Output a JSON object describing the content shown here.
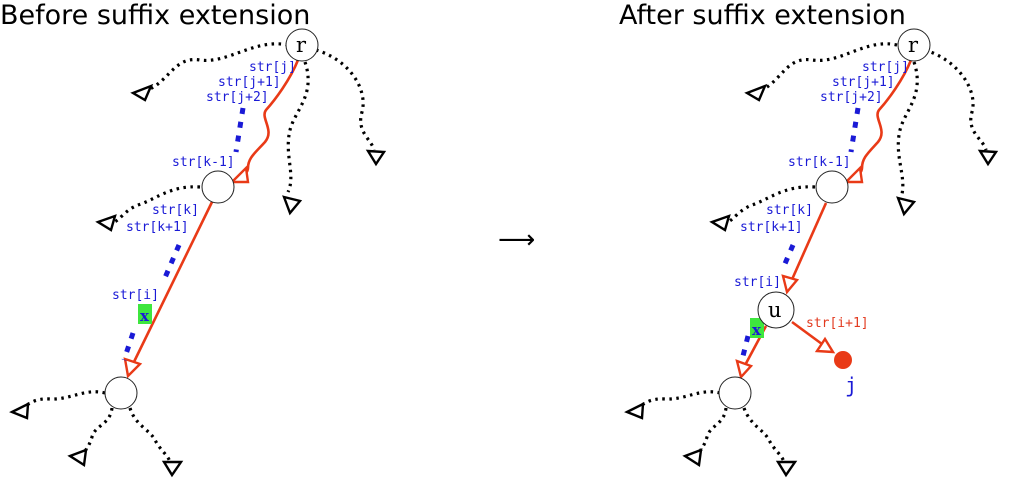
{
  "titles": {
    "left": "Before suffix extension",
    "right": "After suffix extension"
  },
  "transition_arrow": "⟶",
  "left": {
    "root_label": "r",
    "edge_labels": [
      "str[j]",
      "str[j+1]",
      "str[j+2]",
      "str[k-1]",
      "str[k]",
      "str[k+1]",
      "str[i]"
    ],
    "x_label": "x"
  },
  "right": {
    "root_label": "r",
    "edge_labels": [
      "str[j]",
      "str[j+1]",
      "str[j+2]",
      "str[k-1]",
      "str[k]",
      "str[k+1]",
      "str[i]"
    ],
    "new_node_label": "u",
    "new_edge_label": "str[i+1]",
    "leaf_label": "j",
    "x_label": "x"
  },
  "colors": {
    "path": "#e93a17",
    "label": "#1a1ad6",
    "highlight": "#3ee63e",
    "leaf": "#e93a17"
  }
}
